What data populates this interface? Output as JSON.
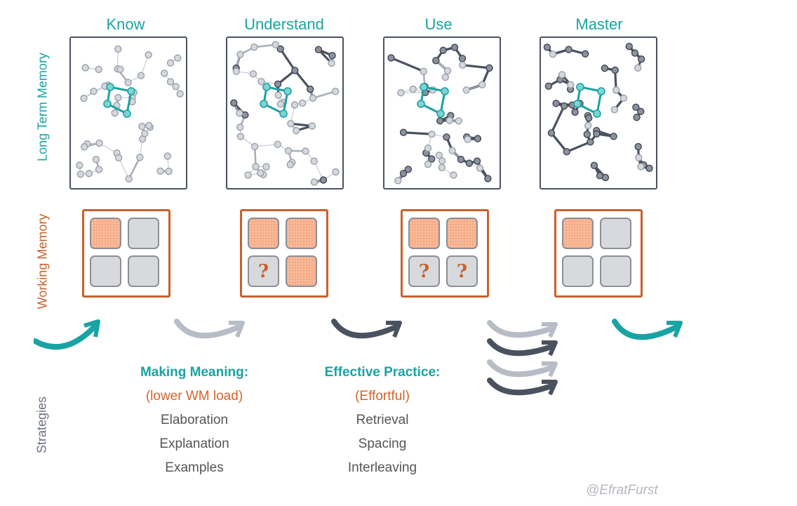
{
  "stages": [
    {
      "title": "Know"
    },
    {
      "title": "Understand"
    },
    {
      "title": "Use"
    },
    {
      "title": "Master"
    }
  ],
  "side_labels": {
    "ltm": "Long Term Memory",
    "wm": "Working Memory",
    "strategies": "Strategies"
  },
  "working_memory": [
    {
      "slots": [
        "filled",
        "empty",
        "empty",
        "empty"
      ]
    },
    {
      "slots": [
        "filled",
        "filled",
        "question",
        "filled"
      ]
    },
    {
      "slots": [
        "filled",
        "filled",
        "question",
        "question"
      ]
    },
    {
      "slots": [
        "filled",
        "empty",
        "empty",
        "empty"
      ]
    }
  ],
  "question_mark": "?",
  "strategies": [
    {
      "heading": "Making Meaning:",
      "sub": "(lower WM load)",
      "items": [
        "Elaboration",
        "Explanation",
        "Examples"
      ]
    },
    {
      "heading": "Effective Practice:",
      "sub": "(Effortful)",
      "items": [
        "Retrieval",
        "Spacing",
        "Interleaving"
      ]
    }
  ],
  "credit": "@EfratFurst",
  "colors": {
    "teal": "#1aa3a3",
    "orange": "#c8612b",
    "dark": "#4a5260",
    "light": "#b7bcc6"
  }
}
